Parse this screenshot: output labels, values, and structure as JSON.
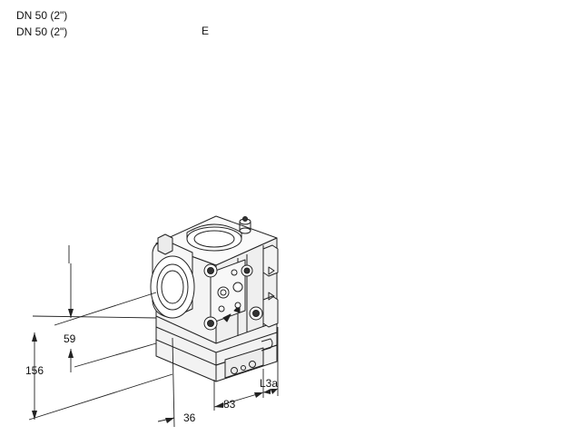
{
  "header": {
    "line1": "DN 50 (2\")",
    "line2": "DN 50 (2\")",
    "letter": "E"
  },
  "dimensions": {
    "d59": "59",
    "d156": "156",
    "d36": "36",
    "d83": "83",
    "dL3a": "L3a"
  }
}
